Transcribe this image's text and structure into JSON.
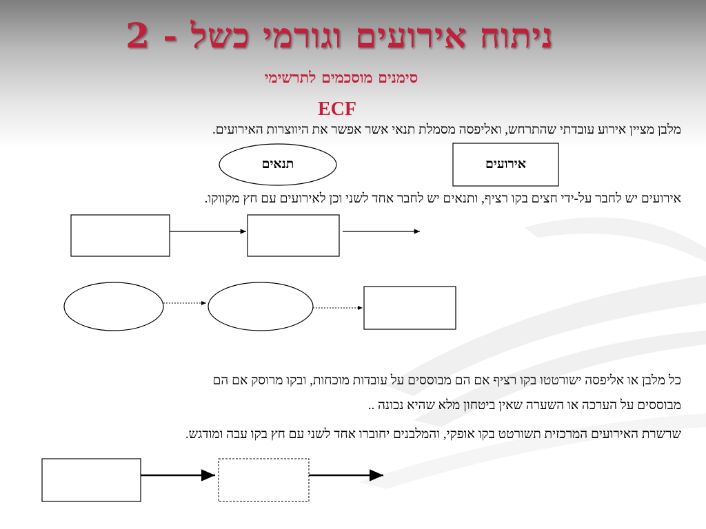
{
  "slide": {
    "title": "ניתוח אירועים וגורמי כשל - 2",
    "subtitle": "סימנים מוסכמים לתרשימי",
    "acronym": "ECF"
  },
  "text": {
    "p1": "מלבן מציין אירוע עובדתי שהתרחש, ואליפסה מסמלת  תנאי אשר אפשר את היווצרות האירועים.",
    "p2": "אירועים יש לחבר על-ידי חצים בקו רציף, ותנאים יש לחבר אחד לשני וכן לאירועים עם חץ מקווקו.",
    "p3_line1": "כל מלבן או אליפסה ישורטטו בקו רציף אם הם מבוססים על עובדות מוכחות, ובקו מרוסק אם הם",
    "p3_line2": "מבוססים על הערכה או השערה שאין ביטחון מלא שהיא נכונה ..",
    "p4": "שרשרת האירועים המרכזית תשורטט בקו אופקי, והמלבנים יחוברו אחד לשני עם חץ בקו עבה ומודגש."
  },
  "legend": {
    "event_label": "אירועים",
    "condition_label": "תנאים"
  }
}
